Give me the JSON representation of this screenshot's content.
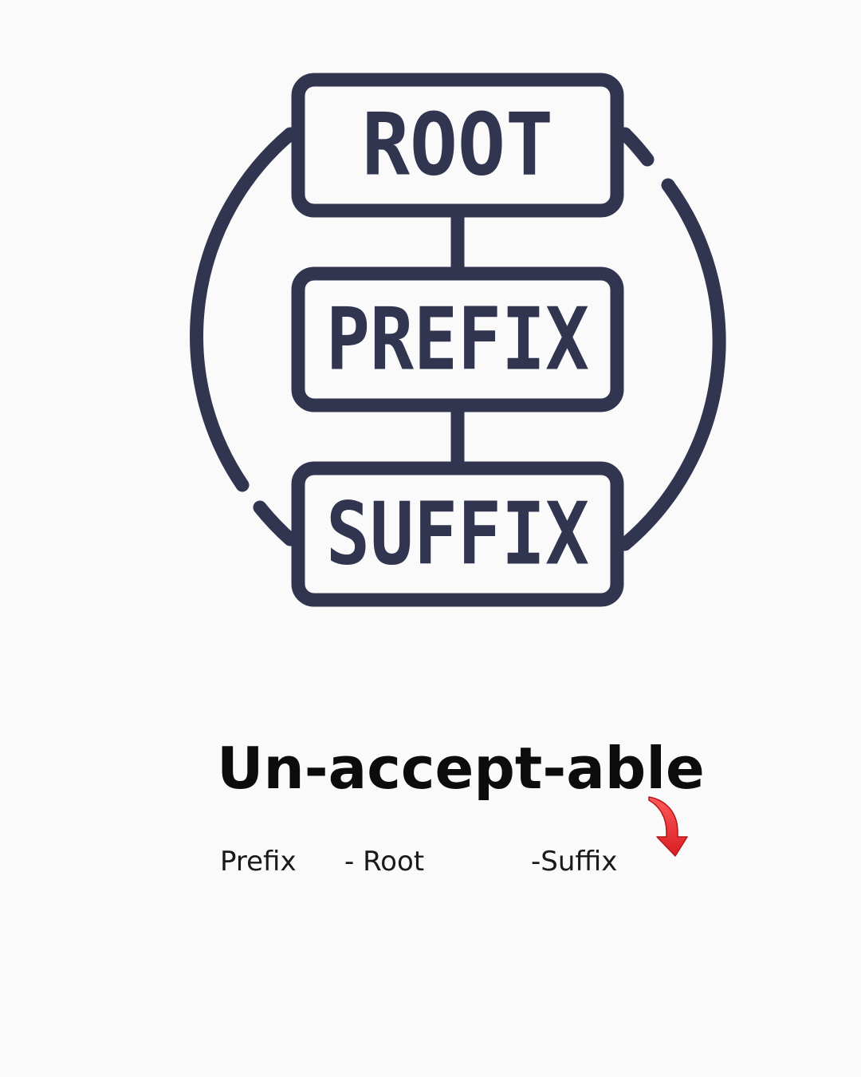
{
  "diagram": {
    "boxes": [
      {
        "id": "root",
        "label": "ROOT"
      },
      {
        "id": "prefix",
        "label": "PREFIX"
      },
      {
        "id": "suffix",
        "label": "SUFFIX"
      }
    ],
    "line_color": "#313550"
  },
  "word": {
    "text": "Un-accept-able"
  },
  "parts": {
    "prefix": "Prefix",
    "root": "- Root",
    "suffix": "-Suffix"
  },
  "accent_color": "#e8262b",
  "icons": {
    "arrow": "curved-arrow-down-icon"
  }
}
